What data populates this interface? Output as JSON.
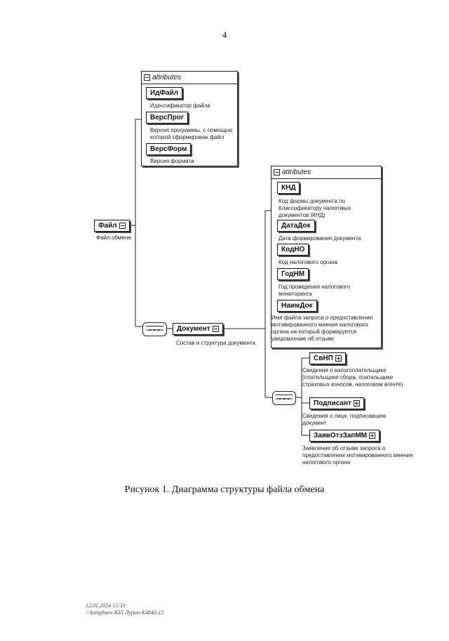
{
  "page_number": "4",
  "root": {
    "name": "Файл",
    "description": "Файл обмена"
  },
  "file_attributes": {
    "header": "attributes",
    "items": [
      {
        "name": "ИдФайл",
        "description": "Идентификатор файла"
      },
      {
        "name": "ВерсПрог",
        "description": "Версия программы, с помощью которой сформирован файл"
      },
      {
        "name": "ВерсФорм",
        "description": "Версия формата"
      }
    ]
  },
  "document": {
    "name": "Документ",
    "description": "Состав и структура документа"
  },
  "document_attributes": {
    "header": "attributes",
    "items": [
      {
        "name": "КНД",
        "description": "Код формы документа по Классификатору налоговых документов (КНД)"
      },
      {
        "name": "ДатаДок",
        "description": "Дата формирования документа"
      },
      {
        "name": "КодНО",
        "description": "Код налогового органа"
      },
      {
        "name": "ГодНМ",
        "description": "Год проведения налогового мониторинга"
      },
      {
        "name": "НаимДок",
        "description": "Имя файла запроса о предоставлении мотивированного мнения налогового органа на который формируется уведомление об отзыве"
      }
    ]
  },
  "document_children": [
    {
      "name": "СвНП",
      "description": "Сведения о налогоплательщике (плательщике сбора, плательщике страховых взносов, налоговом агенте)"
    },
    {
      "name": "Подписант",
      "description": "Сведения о лице, подписавшем документ"
    },
    {
      "name": "ЗаявОтзЗапММ",
      "description": "Заявление об отзыве запроса о предоставлении мотивированного мнения налогового органа"
    }
  ],
  "caption": "Рисунок 1. Диаграмма структуры файла обмена",
  "footer": {
    "timestamp": "12.01.2024 15:33",
    "signature": "\\\\ kompburo ЮЛ Лурио-К4840-15"
  }
}
